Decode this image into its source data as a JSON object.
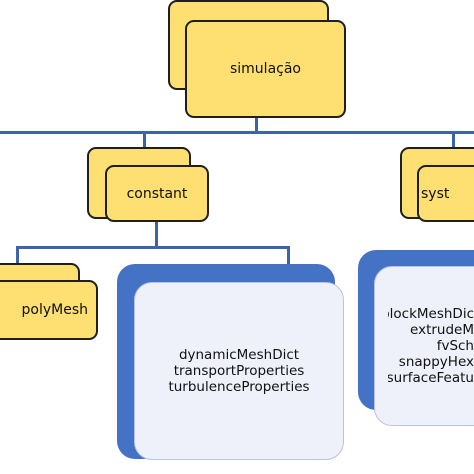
{
  "folders": {
    "simulacao": {
      "label": "simulação"
    },
    "constant": {
      "label": "constant"
    },
    "system": {
      "label": "syst"
    },
    "polymesh": {
      "label": "polyMesh"
    }
  },
  "file_groups": {
    "constant_files": [
      "dynamicMeshDict",
      "transportProperties",
      "turbulenceProperties"
    ],
    "system_files": [
      "blockMeshDic",
      "extrudeM",
      "fvSch",
      "snappyHex",
      "surfaceFeatu"
    ]
  },
  "colors": {
    "folder_fill": "#fddf72",
    "folder_border": "#1f1f1f",
    "connector": "#3c64a6",
    "file_back": "#4472c4",
    "file_front": "#eef1f9"
  }
}
